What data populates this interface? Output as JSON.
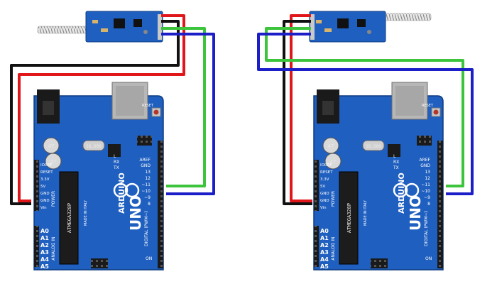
{
  "colors": {
    "board": "#1f5fbf",
    "board_dark": "#174a99",
    "wire_red": "#e0161b",
    "wire_black": "#111111",
    "wire_green": "#3cc43c",
    "wire_blue": "#1c1ec8"
  },
  "boards": [
    {
      "brand": "ARDUINO",
      "model": "UNO",
      "ic_label": "ATMEGA328P",
      "made_in": "MADE IN ITALY",
      "aref": "AREF",
      "gnd": "GND",
      "digital": "DIGITAL (PWM~)",
      "power": "POWER",
      "analog": "ANALOG IN",
      "on": "ON",
      "rx": "RX",
      "tx": "TX",
      "l": "L",
      "reset_label": "RESET",
      "xtal": "16.000",
      "cap1": "47",
      "cap2": "47",
      "power_pins": [
        "IOREF",
        "RESET",
        "3.3V",
        "5V",
        "GND",
        "GND",
        "Vin"
      ],
      "analog_pins": [
        "A0",
        "A1",
        "A2",
        "A3",
        "A4",
        "A5"
      ],
      "digital_pins": [
        "13",
        "12",
        "~11",
        "~10",
        "~9",
        "8"
      ]
    },
    {
      "brand": "ARDUINO",
      "model": "UNO",
      "ic_label": "ATMEGA328P",
      "made_in": "MADE IN ITALY",
      "aref": "AREF",
      "gnd": "GND",
      "digital": "DIGITAL (PWM~)",
      "power": "POWER",
      "analog": "ANALOG IN",
      "on": "ON",
      "rx": "RX",
      "tx": "TX",
      "l": "L",
      "reset_label": "RESET",
      "xtal": "16.000",
      "cap1": "47",
      "cap2": "47",
      "power_pins": [
        "IOREF",
        "RESET",
        "3.3V",
        "5V",
        "GND",
        "GND",
        "Vin"
      ],
      "analog_pins": [
        "A0",
        "A1",
        "A2",
        "A3",
        "A4",
        "A5"
      ],
      "digital_pins": [
        "13",
        "12",
        "~11",
        "~10",
        "~9",
        "8"
      ]
    }
  ]
}
